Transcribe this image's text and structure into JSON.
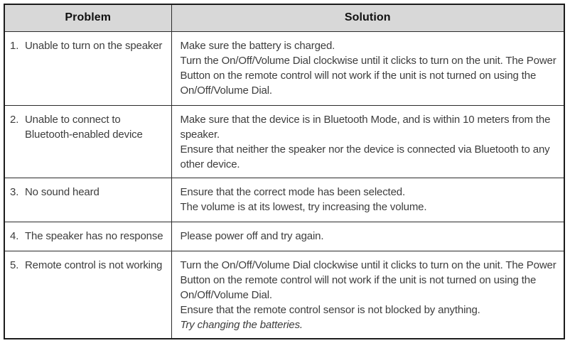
{
  "table": {
    "headers": {
      "problem": "Problem",
      "solution": "Solution"
    },
    "colors": {
      "header_bg": "#d8d8d8",
      "border": "#1b1b1b",
      "body_text": "#3d3d3d",
      "header_text": "#111111"
    },
    "rows": [
      {
        "number": "1.",
        "problem_lines": [
          "Unable to turn on the speaker"
        ],
        "solution_lines": [
          "Make sure the battery is charged.",
          "Turn the On/Off/Volume Dial clockwise until it clicks to turn on the unit. The Power Button on the remote control will not work if the unit is not turned on using the On/Off/Volume Dial."
        ]
      },
      {
        "number": "2.",
        "problem_lines": [
          "Unable to connect to",
          "Bluetooth-enabled device"
        ],
        "solution_lines": [
          "Make sure that the device is in Bluetooth Mode, and is within 10 meters from the speaker.",
          "Ensure that neither the speaker nor the device is connected via Bluetooth to any other device."
        ]
      },
      {
        "number": "3.",
        "problem_lines": [
          "No sound heard"
        ],
        "solution_lines": [
          "Ensure that the correct mode has been selected.",
          "The volume is at its lowest, try increasing the volume."
        ]
      },
      {
        "number": "4.",
        "problem_lines": [
          "The speaker has no response"
        ],
        "solution_lines": [
          "Please power off and try again."
        ]
      },
      {
        "number": "5.",
        "problem_lines": [
          "Remote control is not working"
        ],
        "solution_lines": [
          "Turn the On/Off/Volume Dial clockwise until it clicks to turn on the unit. The Power Button on the remote control will not work if the unit is not turned on using the On/Off/Volume Dial.",
          "Ensure that the remote control sensor is not blocked by anything.",
          "Try changing the batteries."
        ]
      }
    ]
  }
}
